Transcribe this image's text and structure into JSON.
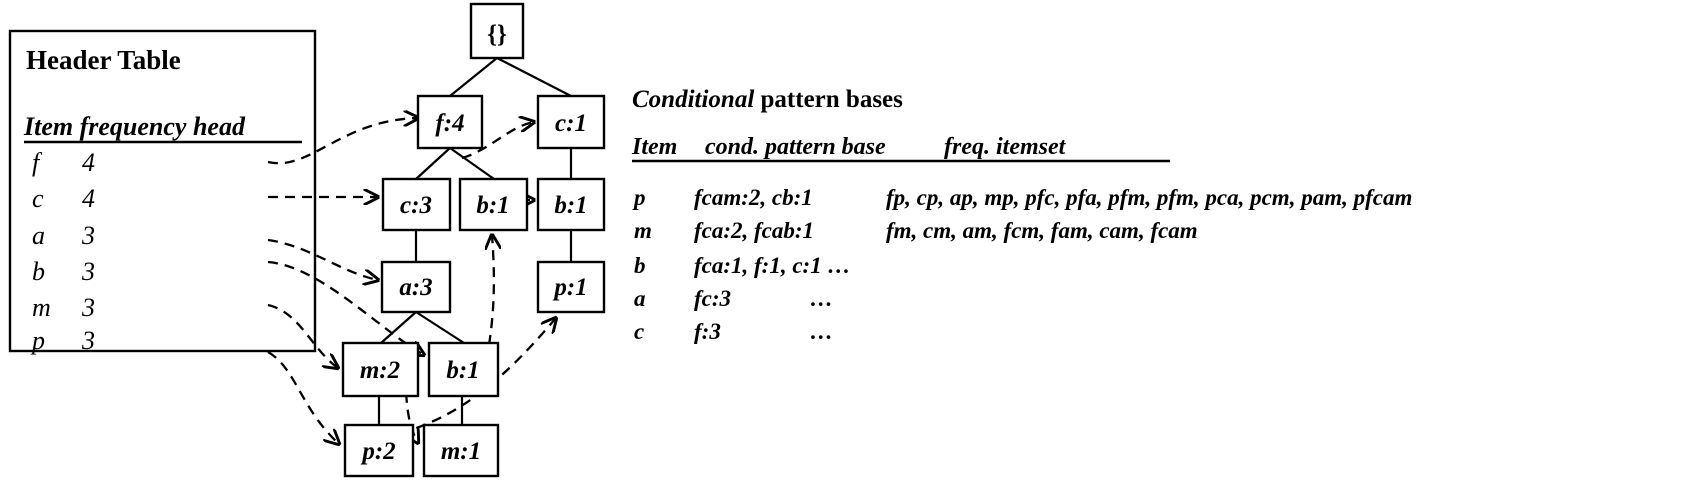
{
  "header_table": {
    "title": "Header Table",
    "columns": [
      "Item",
      "frequency",
      "head"
    ],
    "columns_joined": "Item  frequency  head",
    "rows": [
      {
        "item": "f",
        "frequency": "4"
      },
      {
        "item": "c",
        "frequency": "4"
      },
      {
        "item": "a",
        "frequency": "3"
      },
      {
        "item": "b",
        "frequency": "3"
      },
      {
        "item": "m",
        "frequency": "3"
      },
      {
        "item": "p",
        "frequency": "3"
      }
    ]
  },
  "fp_tree": {
    "root_label": "{}",
    "nodes": [
      {
        "id": "root",
        "label": "{}"
      },
      {
        "id": "f4",
        "label": "f:4"
      },
      {
        "id": "c1a",
        "label": "c:1"
      },
      {
        "id": "c3",
        "label": "c:3"
      },
      {
        "id": "b1a",
        "label": "b:1"
      },
      {
        "id": "b1b",
        "label": "b:1"
      },
      {
        "id": "a3",
        "label": "a:3"
      },
      {
        "id": "p1",
        "label": "p:1"
      },
      {
        "id": "m2",
        "label": "m:2"
      },
      {
        "id": "b1c",
        "label": "b:1"
      },
      {
        "id": "p2",
        "label": "p:2"
      },
      {
        "id": "m1",
        "label": "m:1"
      }
    ]
  },
  "cond_pattern_bases": {
    "title_italic": "Conditional",
    "title_rest": " pattern bases",
    "columns": [
      "Item",
      "cond. pattern base",
      "freq. itemset"
    ],
    "col_item": "Item",
    "col_base": "cond. pattern base",
    "col_freq": "freq. itemset",
    "rows": [
      {
        "item": "p",
        "base": "fcam:2, cb:1",
        "freq": "fp, cp, ap, mp, pfc, pfa, pfm, pfm, pca, pcm, pam, pfcam"
      },
      {
        "item": "m",
        "base": "fca:2, fcab:1",
        "freq": "fm, cm, am, fcm, fam, cam, fcam"
      },
      {
        "item": "b",
        "base": "fca:1, f:1, c:1 …",
        "freq": ""
      },
      {
        "item": "a",
        "base": "fc:3",
        "freq": "…"
      },
      {
        "item": "c",
        "base": "f:3",
        "freq": "…"
      }
    ]
  },
  "colors": {
    "ink": "#000000",
    "paper": "#ffffff"
  }
}
